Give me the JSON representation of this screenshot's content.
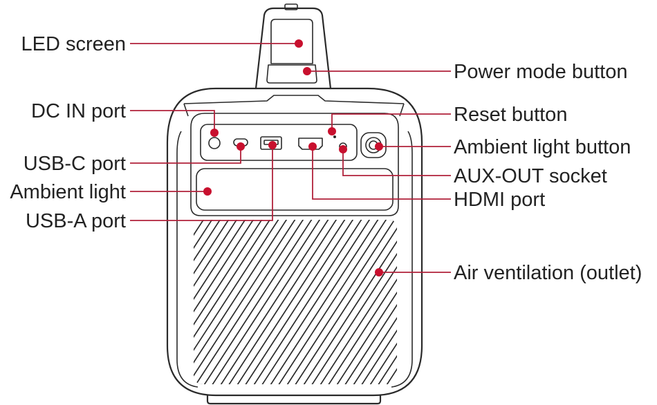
{
  "labels": {
    "led_screen": "LED screen",
    "power_mode_button": "Power mode button",
    "dc_in_port": "DC IN port",
    "reset_button": "Reset button",
    "ambient_light_button": "Ambient light button",
    "usb_c_port": "USB-C port",
    "aux_out_socket": "AUX-OUT socket",
    "ambient_light": "Ambient light",
    "hdmi_port": "HDMI port",
    "usb_a_port": "USB-A port",
    "air_ventilation": "Air ventilation (outlet)"
  },
  "colors": {
    "callout": "#c8102e",
    "leader": "#b0213a",
    "outline": "#2a2a2a",
    "text": "#222222"
  }
}
